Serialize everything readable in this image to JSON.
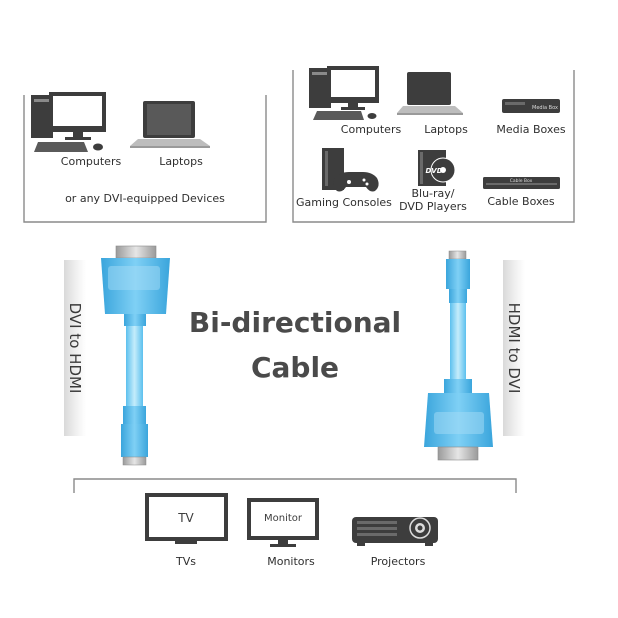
{
  "title": {
    "line1": "Bi-directional",
    "line2": "Cable"
  },
  "side_labels": {
    "left": "DVI to HDMI",
    "right": "HDMI to DVI"
  },
  "left_group": {
    "devices": [
      "Computers",
      "Laptops"
    ],
    "footer": "or any DVI-equipped Devices"
  },
  "right_group": {
    "devices": [
      "Computers",
      "Laptops",
      "Media Boxes",
      "Gaming Consoles",
      "Blu-ray/",
      "DVD Players",
      "Cable Boxes"
    ],
    "screen_text": {
      "media_box": "Media Box",
      "cable_box": "Cable Box",
      "dvd": "DVD"
    }
  },
  "bottom_group": {
    "devices": [
      "TVs",
      "Monitors",
      "Projectors"
    ],
    "screen_text": {
      "tv": "TV",
      "monitor": "Monitor"
    }
  },
  "colors": {
    "cable_blue": "#4fb6e8",
    "cable_light": "#a6dcf6",
    "device_dark": "#3d3d3d",
    "line_gray": "#8a8a8a"
  }
}
